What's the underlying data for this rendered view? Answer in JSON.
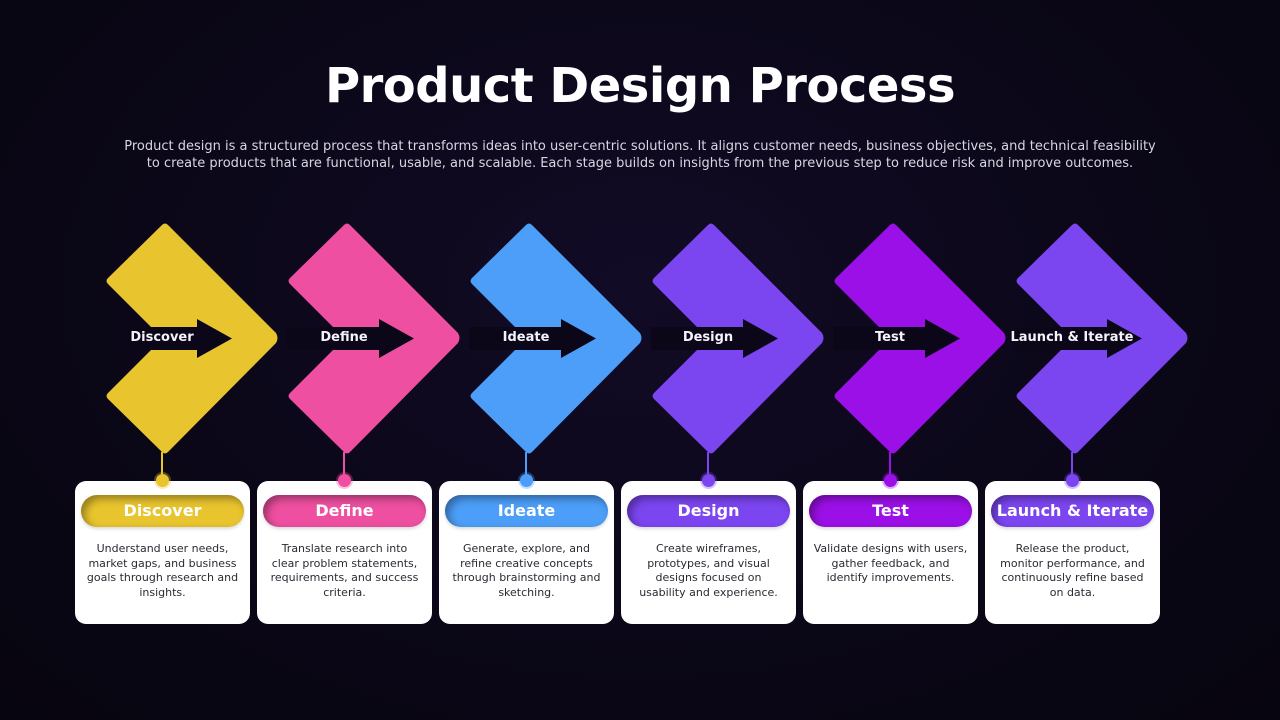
{
  "header": {
    "title": "Product Design Process",
    "subtitle": "Product design is a structured process that transforms ideas into user-centric solutions. It aligns customer needs, business objectives, and technical feasibility to create products that are functional, usable, and scalable. Each stage builds on insights from the previous step to reduce risk and improve outcomes."
  },
  "colors": {
    "background": "#0b0718",
    "arrow_cutout": "#0b0718",
    "card": "#ffffff"
  },
  "stages": [
    {
      "label": "Discover",
      "color": "#E8C42E",
      "icon": "arrow-right-icon",
      "description": "Understand user needs, market gaps, and business goals through research and insights."
    },
    {
      "label": "Define",
      "color": "#EE4FA0",
      "icon": "arrow-right-icon",
      "description": "Translate research into clear problem statements, requirements, and success criteria."
    },
    {
      "label": "Ideate",
      "color": "#4C9EF8",
      "icon": "arrow-right-icon",
      "description": "Generate, explore, and refine creative concepts through brainstorming and sketching."
    },
    {
      "label": "Design",
      "color": "#7B45F0",
      "icon": "arrow-right-icon",
      "description": "Create wireframes, prototypes, and visual designs focused on usability and experience."
    },
    {
      "label": "Test",
      "color": "#9B10E6",
      "icon": "arrow-right-icon",
      "description": "Validate designs with users, gather feedback, and identify improvements."
    },
    {
      "label": "Launch & Iterate",
      "color": "#7B45F0",
      "icon": "arrow-right-icon",
      "description": "Release the product, monitor performance, and continuously refine based on data."
    }
  ]
}
